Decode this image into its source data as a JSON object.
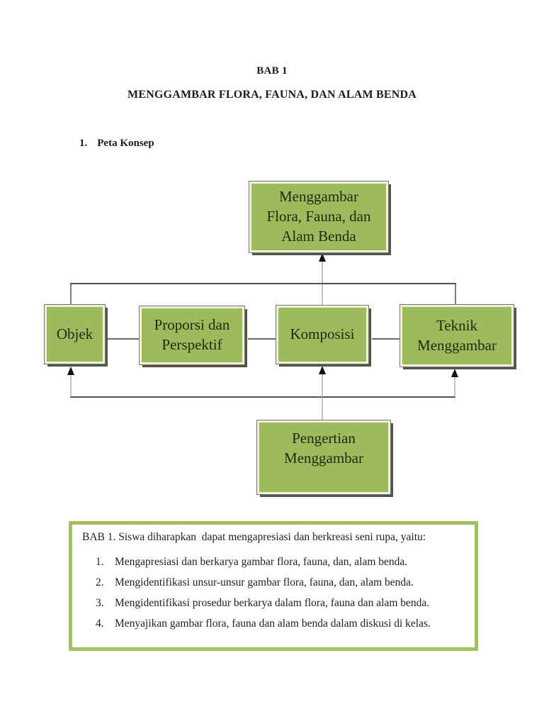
{
  "header": {
    "chapter": "BAB 1",
    "title": "MENGGAMBAR FLORA, FAUNA, DAN ALAM BENDA"
  },
  "section": {
    "number": "1.",
    "label": "Peta Konsep"
  },
  "diagram": {
    "nodes": {
      "top": "Menggambar\nFlora, Fauna, dan\nAlam Benda",
      "objek": "Objek",
      "proporsi": "Proporsi dan\nPerspektif",
      "komposisi": "Komposisi",
      "teknik": "Teknik\nMenggambar",
      "pengertian": "Pengertian\nMenggambar"
    },
    "colors": {
      "node_fill": "#9cbb5c",
      "node_inner_border": "#f2efdf",
      "node_text": "#1e2a10",
      "node_shadow": "#55544b",
      "connector_line": "#3c3c3c",
      "arrowhead": "#111111"
    }
  },
  "goals": {
    "border_color": "#a2c05e",
    "intro": "BAB 1. Siswa diharapkan  dapat mengapresiasi dan berkreasi seni rupa, yaitu:",
    "items": [
      {
        "num": "1.",
        "text": "Mengapresiasi dan berkarya gambar flora, fauna, dan, alam benda."
      },
      {
        "num": "2.",
        "text": "Mengidentifikasi unsur-unsur gambar flora, fauna, dan, alam benda."
      },
      {
        "num": "3.",
        "text": "Mengidentifikasi prosedur berkarya dalam flora, fauna dan alam benda."
      },
      {
        "num": "4.",
        "text": "Menyajikan gambar flora, fauna dan alam benda dalam diskusi di kelas."
      }
    ]
  }
}
